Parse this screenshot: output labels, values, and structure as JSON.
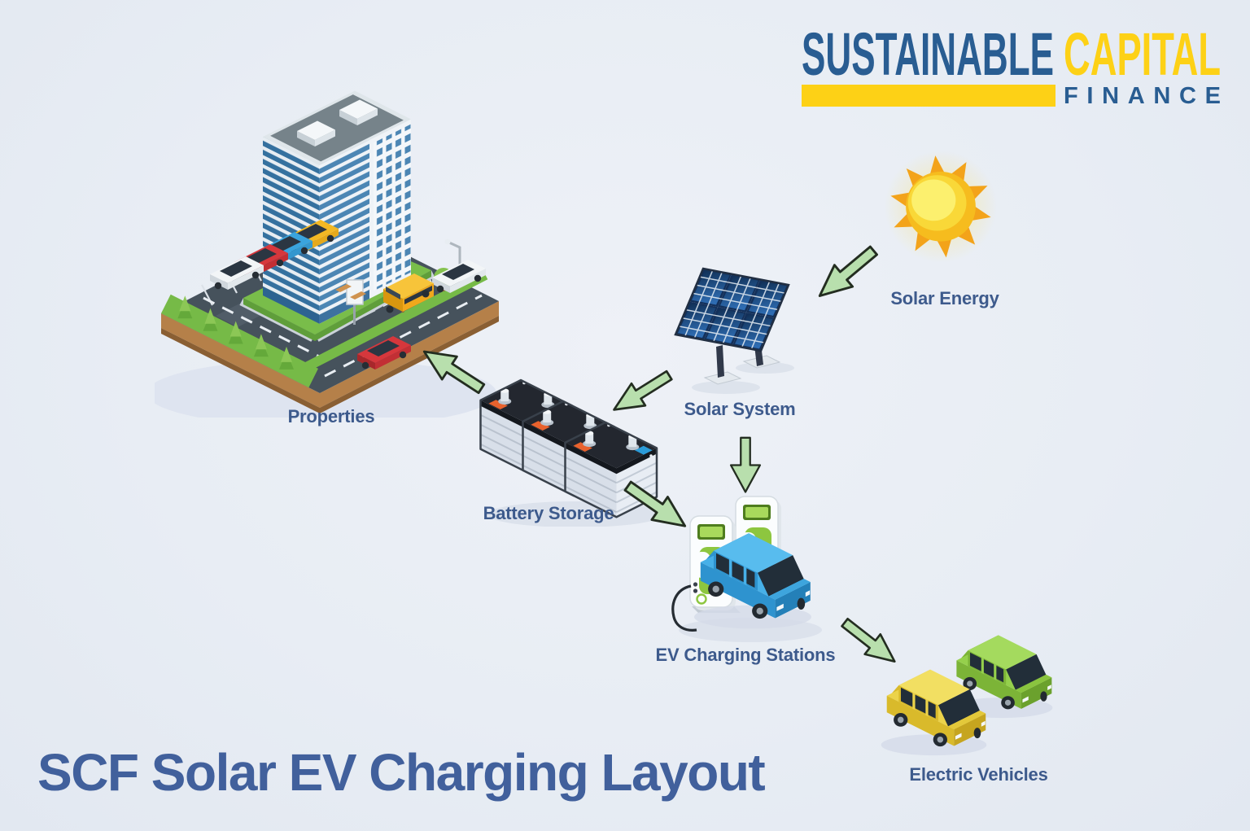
{
  "brand": {
    "primary": "SUSTAINABLE",
    "secondary": "CAPITAL",
    "tagline": "FINANCE"
  },
  "title": "SCF Solar EV Charging Layout",
  "nodes": {
    "properties": {
      "label": "Properties"
    },
    "solar_energy": {
      "label": "Solar Energy"
    },
    "solar_system": {
      "label": "Solar System"
    },
    "battery_storage": {
      "label": "Battery Storage"
    },
    "ev_charging": {
      "label": "EV Charging Stations"
    },
    "electric_vehicles": {
      "label": "Electric Vehicles"
    }
  },
  "connections": [
    {
      "from": "solar_energy",
      "to": "solar_system"
    },
    {
      "from": "solar_system",
      "to": "battery_storage"
    },
    {
      "from": "solar_system",
      "to": "ev_charging"
    },
    {
      "from": "battery_storage",
      "to": "properties"
    },
    {
      "from": "battery_storage",
      "to": "ev_charging"
    },
    {
      "from": "ev_charging",
      "to": "electric_vehicles"
    }
  ],
  "colors": {
    "background": "#e8edf4",
    "label_text": "#3d5a8c",
    "title_text": "#41609c",
    "brand_blue": "#295d92",
    "brand_yellow": "#fdd116",
    "arrow_fill": "#b8dfad",
    "arrow_outline": "#232d20"
  }
}
